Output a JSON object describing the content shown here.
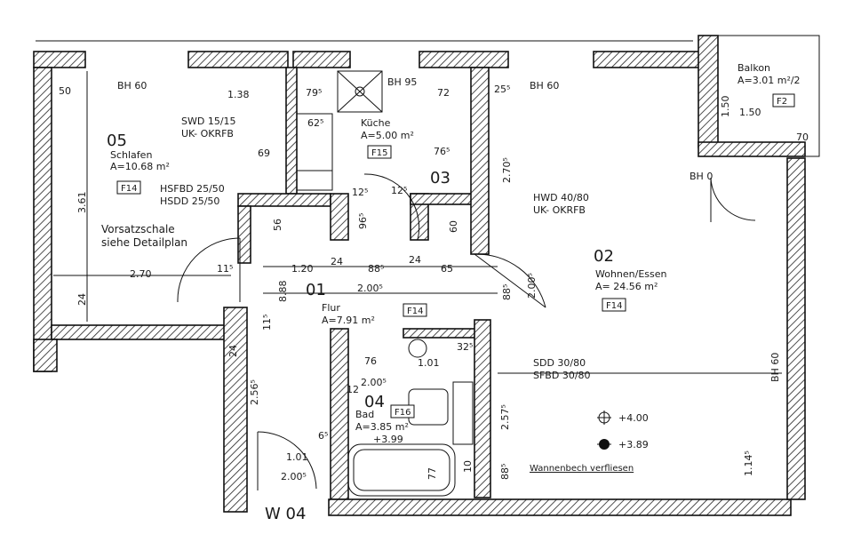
{
  "unit": "W 04",
  "rooms": {
    "schlafen": {
      "number": "05",
      "name": "Schlafen",
      "area": "A=10.68 m²",
      "tag": "F14"
    },
    "kueche": {
      "number": "03",
      "name": "Küche",
      "area": "A=5.00 m²",
      "tag": "F15"
    },
    "flur": {
      "number": "01",
      "name": "Flur",
      "area": "A=7.91 m²",
      "tag": "F14"
    },
    "wohnen": {
      "number": "02",
      "name": "Wohnen/Essen",
      "area": "A= 24.56 m²",
      "tag": "F14"
    },
    "bad": {
      "number": "04",
      "name": "Bad",
      "area": "A=3.85 m²",
      "tag": "F16"
    },
    "balkon": {
      "name": "Balkon",
      "area": "A=3.01 m²/2",
      "tag": "F2"
    }
  },
  "notes": {
    "swd": "SWD 15/15",
    "swd_uk": "UK- OKRFB",
    "hsfbd": "HSFBD 25/50",
    "hsdd": "HSDD 25/50",
    "vorsatz1": "Vorsatzschale",
    "vorsatz2": "siehe Detailplan",
    "hwd": "HWD 40/80",
    "hwd_uk": "UK- OKRFB",
    "sdd": "SDD 30/80",
    "sfbd": "SFBD 30/80",
    "wannen": "Wannenbech verfliesen",
    "level1": "+4.00",
    "level2": "+3.89",
    "level3": "+3.99"
  },
  "dims": {
    "bh60_a": "BH 60",
    "bh95": "BH 95",
    "bh60_b": "BH 60",
    "bh60_c": "BH 60",
    "bh0": "BH 0",
    "d50": "50",
    "d138": "1.38",
    "d795": "79⁵",
    "d72": "72",
    "d255": "25⁵",
    "d625": "62⁵",
    "d69": "69",
    "d765": "76⁵",
    "d2705": "2.70⁵",
    "d361": "3.61",
    "d125": "12⁵",
    "d125b": "12⁵",
    "d965": "96⁵",
    "d60": "60",
    "d56": "56",
    "d270": "2.70",
    "d115": "11⁵",
    "d120": "1.20",
    "d24a": "24",
    "d885": "88⁵",
    "d24b": "24",
    "d65": "65",
    "d2005": "2.00⁵",
    "d885b": "88⁵",
    "d2005b": "2.00⁵",
    "d885c": "8.88",
    "d24c": "24",
    "d115b": "11⁵",
    "d24d": "24",
    "d2565": "2.56⁵",
    "d76": "76",
    "d101": "1.01",
    "d325": "32⁵",
    "d2005c": "2.00⁵",
    "d12": "12",
    "d2575": "2.57⁵",
    "d65b": "6⁵",
    "d101b": "1.01",
    "d2005d": "2.00⁵",
    "d77": "77",
    "d10": "10",
    "d885d": "88⁵",
    "d1145": "1.14⁵",
    "d150a": "1.50",
    "d150b": "1.50",
    "d70": "70"
  }
}
